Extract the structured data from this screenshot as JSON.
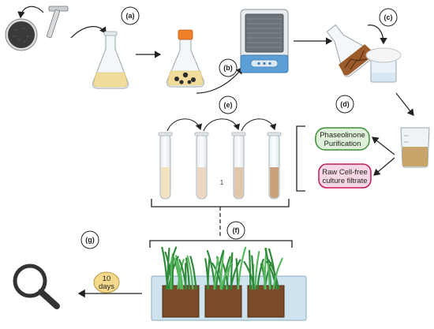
{
  "step_labels": {
    "a": "(a)",
    "b": "(b)",
    "c": "(c)",
    "d": "(d)",
    "e": "(e)",
    "f": "(f)",
    "g": "(g)"
  },
  "boxes": {
    "purification_line1": "Phaseolinone",
    "purification_line2": "Purification",
    "filtrate_line1": "Raw Cell-free",
    "filtrate_line2": "culture filtrate"
  },
  "incubation": {
    "value": "10",
    "unit": "days"
  },
  "tube_marker": "1",
  "colors": {
    "purification_box_border": "#3f8f3a",
    "purification_box_fill": "#dff0d8",
    "filtrate_box_border": "#c2185b",
    "filtrate_box_fill": "#f8d7e4",
    "flask_orange_cap": "#f07f2a",
    "culture_liquid": "#f2dc9b",
    "culture_brown": "#c8a36a",
    "grass_green": "#3fa64a",
    "day_badge": "#f5d98a"
  }
}
